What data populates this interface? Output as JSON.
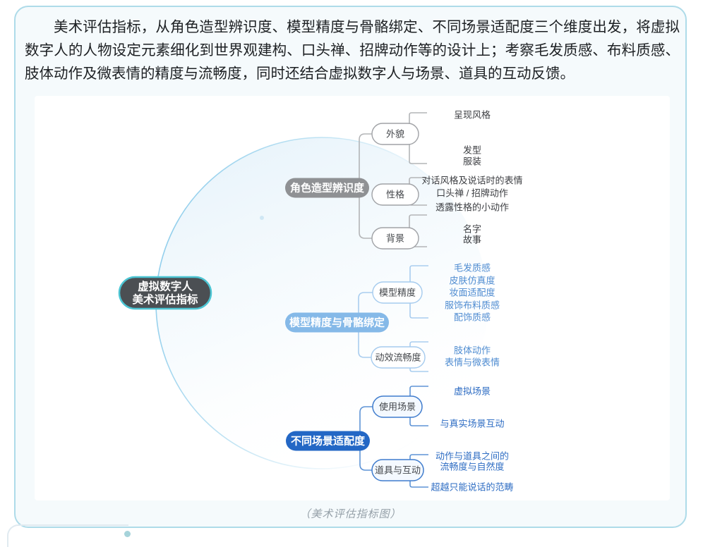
{
  "page": {
    "intro_paragraph": "美术评估指标，从角色造型辨识度、模型精度与骨骼绑定、不同场景适配度三个维度出发，将虚拟数字人的人物设定元素细化到世界观建构、口头禅、招牌动作等的设计上；考察毛发质感、布料质感、肢体动作及微表情的精度与流畅度，同时还结合虚拟数字人与场景、道具的互动反馈。",
    "caption": "（美术评估指标图）",
    "border_color": "#aedbe9",
    "background_color": "#f5fafc"
  },
  "mindmap": {
    "root": {
      "line1": "虚拟数字人",
      "line2": "美术评估指标",
      "fill": "#4b4f53",
      "border_color": "#4cc5d3"
    },
    "decoration": {
      "circle_stroke": "#8cccec",
      "circle_fill_top": "#e3f1f9"
    },
    "branches": [
      {
        "label": "角色造型辨识度",
        "node_color": "#8f9194",
        "line_color": "#b3b5b7",
        "pill_border": "#a0a2a6",
        "leaf_color": "#3c3e42",
        "children": [
          {
            "label": "外貌",
            "leaves": [
              "呈现风格",
              "发型",
              "服装"
            ]
          },
          {
            "label": "性格",
            "leaves": [
              "对话风格及说话时的表情",
              "口头禅 / 招牌动作",
              "透露性格的小动作"
            ]
          },
          {
            "label": "背景",
            "leaves": [
              "名字",
              "故事"
            ]
          }
        ]
      },
      {
        "label": "模型精度与骨骼绑定",
        "node_color": "#85b9e8",
        "line_color": "#a9cdef",
        "pill_border": "#a5cbee",
        "leaf_color": "#4f8cd1",
        "children": [
          {
            "label": "模型精度",
            "leaves": [
              "毛发质感",
              "皮肤仿真度",
              "妆面适配度",
              "服饰布料质感",
              "配饰质感"
            ]
          },
          {
            "label": "动效流畅度",
            "leaves": [
              "肢体动作",
              "表情与微表情"
            ]
          }
        ]
      },
      {
        "label": "不同场景适配度",
        "node_color": "#2367c5",
        "line_color": "#5e94d6",
        "pill_border": "#3f7ccd",
        "leaf_color": "#2d6cc3",
        "children": [
          {
            "label": "使用场景",
            "leaves": [
              "虚拟场景",
              "与真实场景互动"
            ]
          },
          {
            "label": "道具与互动",
            "leaves": [
              [
                "动作与道具之间的",
                "流畅度与自然度"
              ],
              "超越只能说话的范畴"
            ]
          }
        ]
      }
    ]
  }
}
